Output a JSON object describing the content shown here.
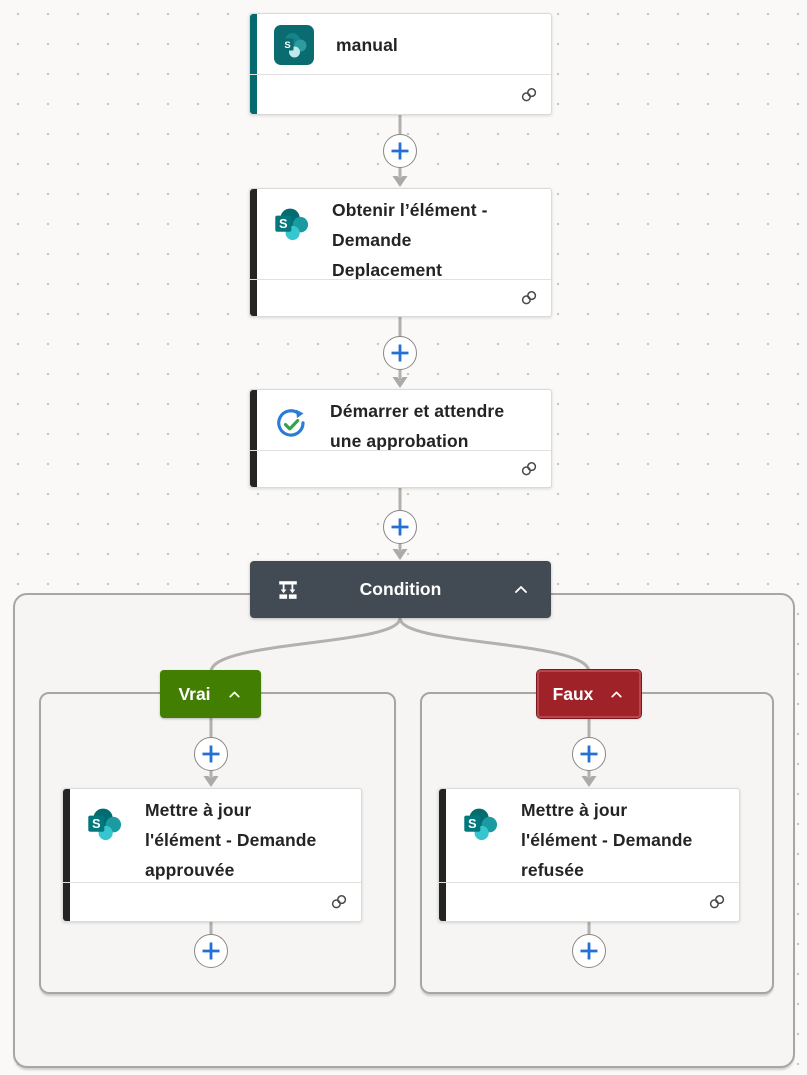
{
  "flow": {
    "trigger": {
      "title": "manual",
      "connector": "sharepoint"
    },
    "actions": {
      "get_item": {
        "title": "Obtenir l’élément -\nDemande\nDeplacement",
        "connector": "sharepoint"
      },
      "approval": {
        "title": "Démarrer et attendre\nune approbation",
        "connector": "approvals"
      },
      "update_approved": {
        "title": "Mettre à jour\nl'élément - Demande\napprouvée",
        "connector": "sharepoint"
      },
      "update_refused": {
        "title": "Mettre à jour\nl'élément - Demande\nrefusée",
        "connector": "sharepoint"
      }
    },
    "condition": {
      "label": "Condition",
      "true_label": "Vrai",
      "false_label": "Faux"
    }
  },
  "icons": {
    "sharepoint": "sharepoint-logo",
    "approvals": "approvals-circular-check",
    "condition": "branch-split",
    "collapse": "chevron-up",
    "connection": "link-chain",
    "insert_step": "plus-circle"
  },
  "colors": {
    "sharepoint_teal": "#046A70",
    "action_accent_black": "#242424",
    "condition_header": "#424B54",
    "true_green": "#427E01",
    "false_red": "#9E2227",
    "plus_blue": "#2470D4",
    "connector_gray": "#B3B0AD"
  }
}
